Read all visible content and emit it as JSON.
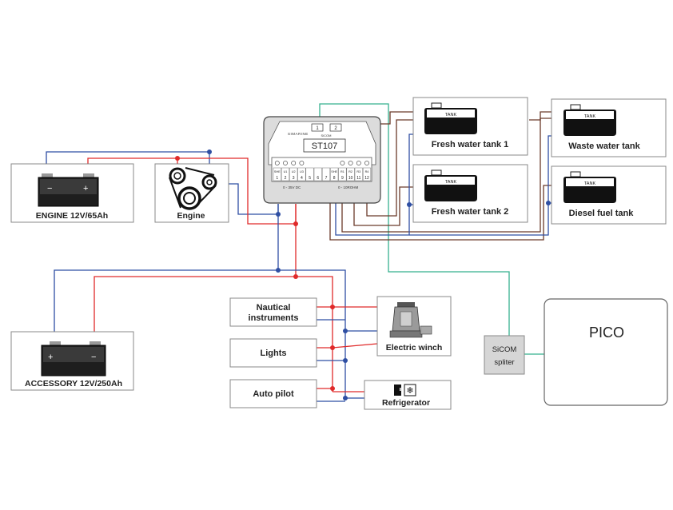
{
  "colors": {
    "red": "#e02a2a",
    "blue": "#2f4fa3",
    "brown": "#6b3a2a",
    "teal": "#35b08e",
    "box_stroke": "#888888",
    "device_fill": "#dcdcdc"
  },
  "device": {
    "brand": "SIMARINE",
    "port1": "1",
    "port2": "2",
    "sicom_label": "SiCOM",
    "model": "ST107",
    "terminals": [
      "SHE",
      "U1",
      "U2",
      "U3",
      "",
      "",
      "",
      "SHE",
      "R1",
      "R2",
      "R3",
      "R4"
    ],
    "terminal_numbers": [
      "1",
      "2",
      "3",
      "4",
      "5",
      "6",
      "7",
      "8",
      "9",
      "10",
      "11",
      "12"
    ],
    "voltage_range": "0 - 35V DC",
    "resistance_range": "0 - 10ROHM"
  },
  "batteries": {
    "engine": {
      "label": "ENGINE 12V/65Ah",
      "minus": "−",
      "plus": "+"
    },
    "accessory": {
      "label": "ACCESSORY 12V/250Ah",
      "minus": "−",
      "plus": "+"
    }
  },
  "engine": {
    "label": "Engine"
  },
  "tanks": {
    "badge": "TANK",
    "fresh1": "Fresh water tank 1",
    "fresh2": "Fresh water tank 2",
    "waste": "Waste water tank",
    "diesel": "Diesel fuel tank"
  },
  "loads": {
    "nautical": [
      "Nautical",
      "instruments"
    ],
    "lights": "Lights",
    "autopilot": "Auto pilot",
    "winch": "Electric winch",
    "fridge": "Refrigerator"
  },
  "splitter": {
    "line1": "SiCOM",
    "line2": "spliter"
  },
  "pico": {
    "label": "PICO"
  }
}
